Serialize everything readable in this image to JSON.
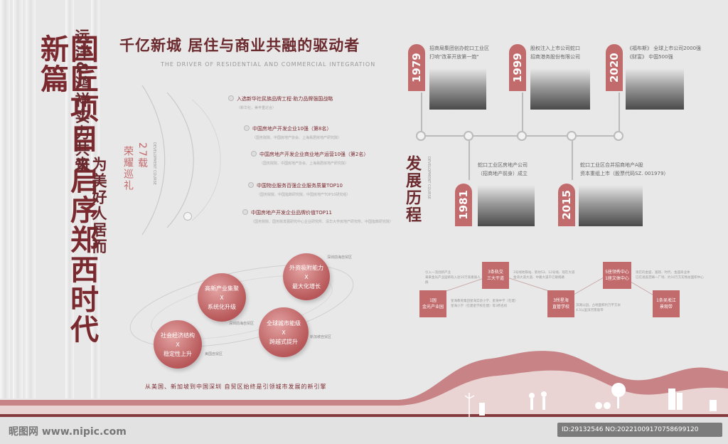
{
  "left": {
    "title": "国匠项目 启序郑西时代新篇",
    "subtitle_a": "远洋&鸿祥实力共筑",
    "subtitle_b": "为美好人居而来"
  },
  "header": {
    "headline": "千亿新城 居住与商业共融的驱动者",
    "headline_en": "THE DRIVER OF RESIDENTIAL AND COMMERCIAL INTEGRATION"
  },
  "honor": {
    "title_a": "27载",
    "title_b": "荣耀巡礼",
    "title_en": "DEVELOPMENT COURSE",
    "items": [
      {
        "label": "入选新华社民族品牌工程·助力品牌强国战略",
        "note": "（新华社，美丰重达合）"
      },
      {
        "label": "中国房地产开发企业10强（第8名）",
        "note": "（国务院院、中国房地产协会、上海易居房地产研究院）"
      },
      {
        "label": "中国房地产开发企业商业地产运营10强（第2名）",
        "note": "（国务院院、中国房地产协会、上海易居房地产研究院）"
      },
      {
        "label": "中国物业服务百强企业服务质量TOP10",
        "note": "（国务院院、中国指数研究院、中国房地产TOP10研究组）"
      },
      {
        "label": "中国房地产开发企业品牌价值TOP11",
        "note": "（国务院院、国务院发展研究中心企业研究所、清华大学房地产研究所、中国指数研究院）"
      }
    ]
  },
  "history": {
    "title": "发展历程",
    "title_en": "DEVELOPMENT COURSE",
    "top": [
      {
        "year": "1979",
        "line1": "招商局集团创办蛇口工业区",
        "line2": "打响\"改革开放第一炮\""
      },
      {
        "year": "1999",
        "line1": "股权注入上市公司蛇口",
        "line2": "招商港务股份有限公司"
      },
      {
        "year": "2020",
        "line1": "《福布斯》 全球上市公司2000强",
        "line2": "《财富》 中国500强"
      }
    ],
    "bottom": [
      {
        "year": "1981",
        "line1": "蛇口工业区房地产公司",
        "line2": "（招商地产前身）成立"
      },
      {
        "year": "2015",
        "line1": "蛇口工业区合并招商地产A股",
        "line2": "资本重组上市（股票代码SZ. 001979）"
      }
    ]
  },
  "economy": {
    "circles": [
      "外资吸附能力\nX\n最大化增长",
      "高新产业集聚\nX\n系统化升级",
      "全球城市能级\nX\n跨越式提升",
      "社会经济结构\nX\n稳定性上升"
    ],
    "labels": [
      "深圳前海自贸区",
      "深圳前海自贸区",
      "新加坡自贸区",
      "美国自贸区"
    ]
  },
  "map": {
    "boxes": [
      {
        "text": "1园\n金光产业园"
      },
      {
        "text": "3条轨交\n三大干道"
      },
      {
        "text": "3所星海\n直管学校"
      },
      {
        "text": "5座领秀中心\n1座文体中心"
      },
      {
        "text": "1条吴淞江\n景观带"
      }
    ],
    "notes": [
      "引入一流创新产业\n来来金光产业园将有入驻10万高素质人群",
      "3号线地铁站、新坊53、12号线、现在大道\n金湾大道大道、中路大道千亿联络路",
      "星海教育集团星海实验小学、星海中学（在建）\n星海小学（在建星学校在建）等3所名校",
      "现在的金盛、富跃、时代、金盛商业体\n已在涵盖范畴一广场、约10万方实物总面积中心",
      "滨湖公园，占地面积约万平方米\n4.5公里滨河景观带"
    ]
  },
  "footer": {
    "slogan": "从美国、新加坡到中国深圳 自贸区始终是引领城市发展的新引擎",
    "watermark": "昵图网 www.nipic.com",
    "id": "ID:29132546 NO:20221009170758699120"
  },
  "colors": {
    "accent": "#c26b6c",
    "dark": "#6b2a2e",
    "bg": "#e9e8e9"
  }
}
